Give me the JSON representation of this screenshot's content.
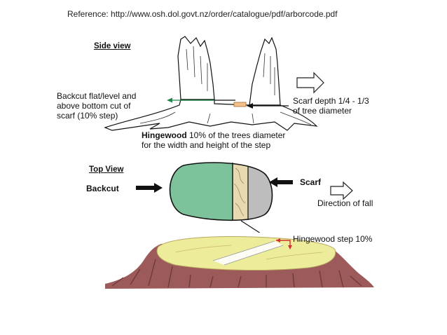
{
  "reference": "Reference: http://www.osh.dol.govt.nz/order/catalogue/pdf/arborcode.pdf",
  "side_view": {
    "heading": "Side view",
    "backcut_label": [
      "Backcut flat/level and",
      "above bottom cut of",
      "scarf (10% step)"
    ],
    "scarf_depth_label": [
      "Scarf depth 1/4 - 1/3",
      "of tree diameter"
    ],
    "hingewood_title": "Hingewood",
    "hingewood_rest": " 10% of the trees diameter",
    "hingewood_line2": "for the width and height of the step"
  },
  "top_view": {
    "heading": "Top View",
    "backcut_label": "Backcut",
    "scarf_label": "Scarf",
    "direction_label": "Direction of fall"
  },
  "stump": {
    "hingewood_step_label": "Hingewood step 10%"
  },
  "colors": {
    "backcut_green": "#7dc29b",
    "scarf_grey": "#bdbdbd",
    "hinge_wood": "#e8d9b0",
    "scarf_orange": "#f4c08a",
    "stump_bark": "#9c5a5a",
    "stump_top": "#ecec9a",
    "arrow_red": "#d23030"
  }
}
